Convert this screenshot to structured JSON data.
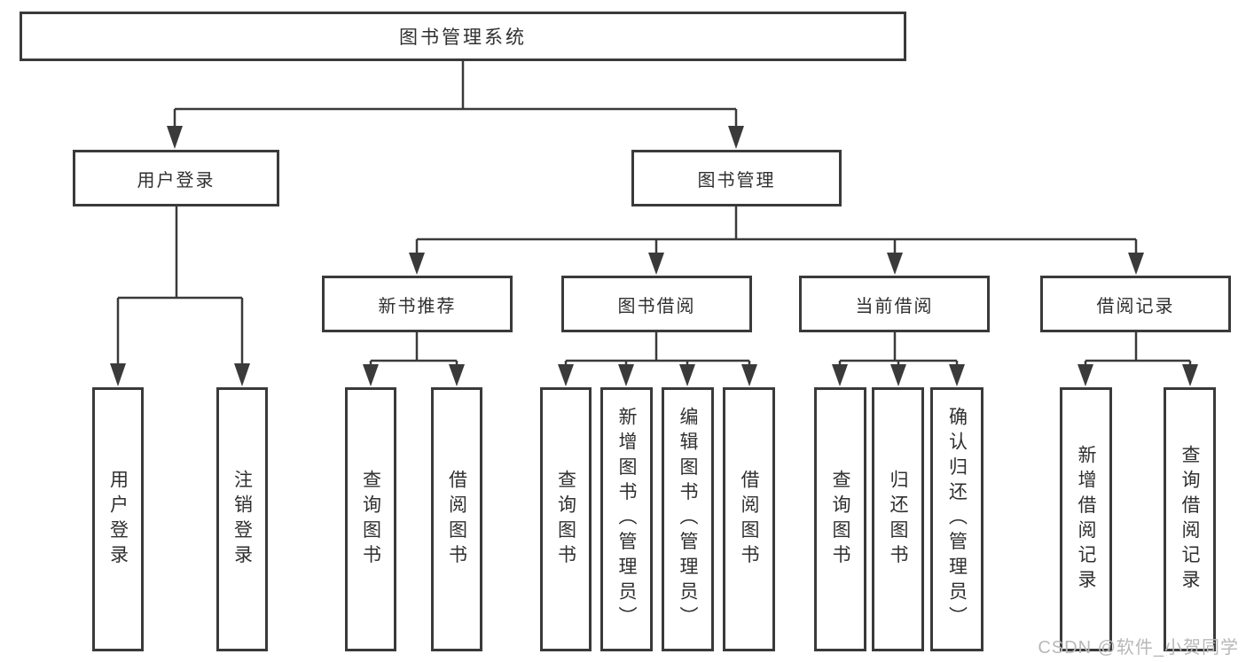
{
  "diagram_title": "图书管理系统",
  "tree": {
    "root": {
      "label": "图书管理系统"
    },
    "children": [
      {
        "label": "用户登录",
        "children": [
          {
            "label": "用户登录"
          },
          {
            "label": "注销登录"
          }
        ]
      },
      {
        "label": "图书管理",
        "children": [
          {
            "label": "新书推荐",
            "children": [
              {
                "label": "查询图书"
              },
              {
                "label": "借阅图书"
              }
            ]
          },
          {
            "label": "图书借阅",
            "children": [
              {
                "label": "查询图书"
              },
              {
                "label": "新增图书（管理员）"
              },
              {
                "label": "编辑图书（管理员）"
              },
              {
                "label": "借阅图书"
              }
            ]
          },
          {
            "label": "当前借阅",
            "children": [
              {
                "label": "查询图书"
              },
              {
                "label": "归还图书"
              },
              {
                "label": "确认归还（管理员）"
              }
            ]
          },
          {
            "label": "借阅记录",
            "children": [
              {
                "label": "新增借阅记录"
              },
              {
                "label": "查询借阅记录"
              }
            ]
          }
        ]
      }
    ]
  },
  "watermark": {
    "text": "CSDN @软件_小贺同学",
    "color": "#b8b8b8"
  },
  "colors": {
    "line": "#3a3a3a",
    "box_border": "#3a3a3a",
    "text": "#2f2f2f",
    "background": "#ffffff"
  }
}
